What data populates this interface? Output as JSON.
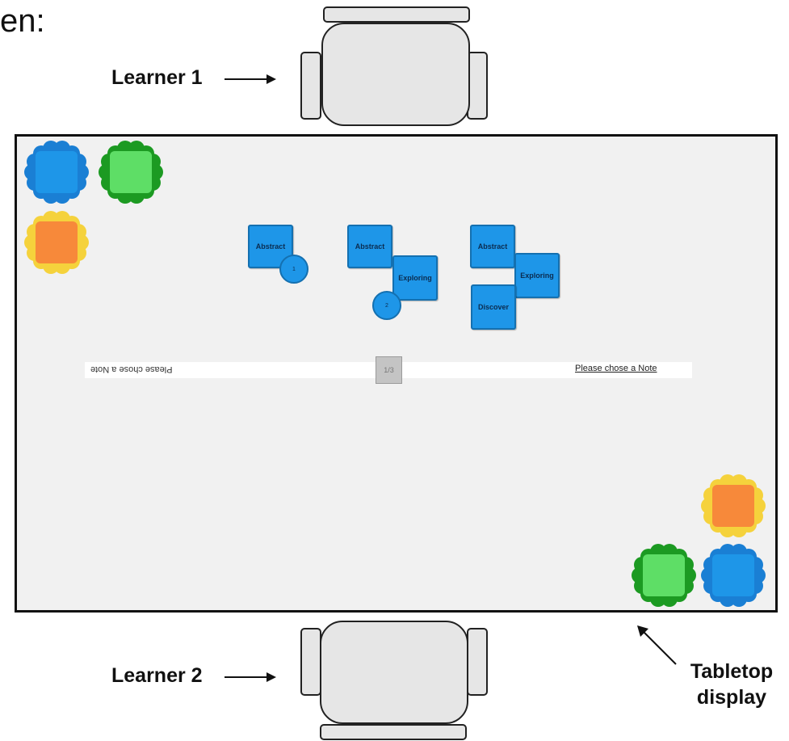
{
  "intro": {
    "fragment": "en:"
  },
  "learners": [
    {
      "label": "Learner 1"
    },
    {
      "label": "Learner 2"
    }
  ],
  "tabletop": {
    "label_line1": "Tabletop",
    "label_line2": "display"
  },
  "tokens": {
    "blue": {
      "petal": "#1a7fd4",
      "core": "#1e96e8",
      "icon": "blue-flower-token-icon"
    },
    "green": {
      "petal": "#1c9a22",
      "core": "#5ede66",
      "icon": "green-flower-token-icon"
    },
    "yellow": {
      "petal": "#f5d23c",
      "core": "#f7893a",
      "icon": "yellow-flower-token-icon"
    }
  },
  "notes": {
    "cluster1": {
      "top": "Abstract",
      "circle": "1"
    },
    "cluster2": {
      "top": "Abstract",
      "second": "Exploring",
      "circle": "2"
    },
    "cluster3": {
      "top": "Abstract",
      "second": "Exploring",
      "third": "Discover"
    }
  },
  "selector": {
    "left_text_flipped": "Please chose a Note",
    "right_text": "Please chose a Note",
    "handle_label": "1/3"
  },
  "colors": {
    "note_fill": "#1e96e8",
    "table_bg": "#f1f1f1"
  }
}
